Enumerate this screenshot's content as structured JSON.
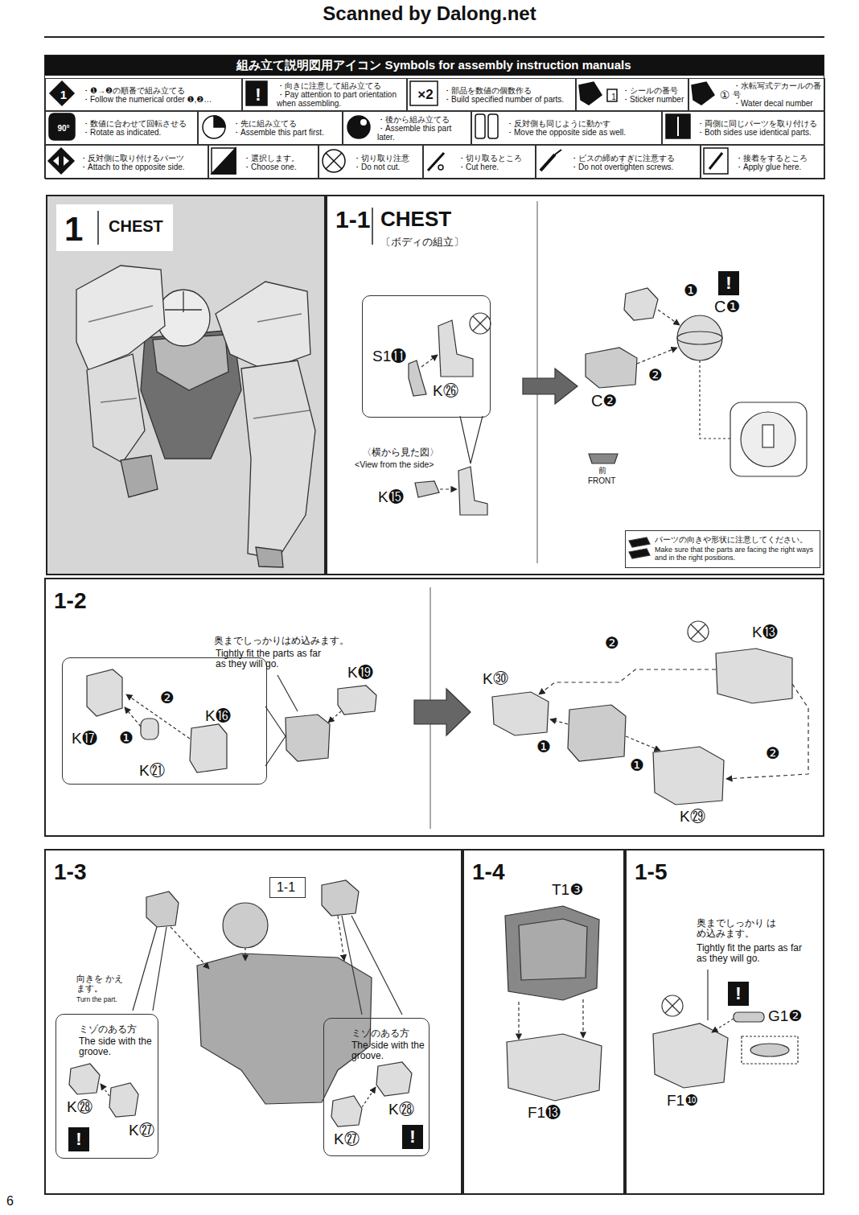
{
  "diagram": {
    "nodes": [
      {
        "text": [
          "組み立て説明図用アイコン Symbols for assembly instruction manuals"
        ]
      },
      {
        "text": [
          "1",
          "・❶→❷の順番で組み立てる",
          "・Follow the numerical order ❶,❷…"
        ],
        "in": 0
      },
      {
        "text": [
          "!",
          "・向きに注意して組み立てる",
          "・Pay attention to part orientation when assembling."
        ],
        "in": 0
      },
      {
        "text": [
          "×2",
          "・部品を数値の個数作る",
          "・Build specified number of parts."
        ],
        "in": 0
      },
      {
        "text": [
          "1",
          "・シールの番号",
          "・Sticker number"
        ],
        "in": 0
      },
      {
        "text": [
          "①",
          "・水転写式デカールの番号",
          "・Water decal number"
        ],
        "in": 0
      },
      {
        "text": [
          "90°",
          "・数値に合わせて回転させる",
          "・Rotate as indicated."
        ],
        "in": 0
      },
      {
        "text": [
          "・先に組み立てる",
          "・Assemble this part first."
        ],
        "in": 0
      },
      {
        "text": [
          "・後から組み立てる",
          "・Assemble this part later."
        ],
        "in": 0
      },
      {
        "text": [
          "・反対側も同じように動かす",
          "・Move the opposite side as well."
        ],
        "in": 0
      },
      {
        "text": [
          "・両側に同じパーツを取り付ける",
          "・Both sides use identical parts."
        ],
        "in": 0
      },
      {
        "text": [
          "・反対側に取り付けるパーツ",
          "・Attach to the opposite side."
        ],
        "in": 0
      },
      {
        "text": [
          "・選択します。",
          "・Choose one."
        ],
        "in": 0
      },
      {
        "text": [
          "・切り取り注意",
          "・Do not cut."
        ],
        "in": 0
      },
      {
        "text": [
          "・切り取るところ",
          "・Cut here."
        ],
        "in": 0
      },
      {
        "text": [
          "・ビスの締めすぎに注意する",
          "・Do not overtighten screws."
        ],
        "in": 0
      },
      {
        "text": [
          "・接着をするところ",
          "・Apply glue here."
        ],
        "in": 0
      },
      {
        "text": [
          "1",
          "CHEST"
        ]
      },
      {
        "text": [
          "1-1",
          "CHEST",
          "〔ボディの組立〕"
        ]
      },
      {
        "text": [
          "S1⓫",
          "K㉖"
        ],
        "in": 18
      },
      {
        "text": [
          "パーツの向きや形状に注意してください。",
          "Make sure that the parts are facing the right ways and in the right positions."
        ],
        "in": 18
      },
      {
        "text": [
          "1-2"
        ]
      },
      {
        "text": [
          "❷",
          "K⓰",
          "K⓱",
          "❶",
          "K㉑"
        ],
        "in": 21
      },
      {
        "text": [
          "1-3"
        ]
      },
      {
        "text": [
          "1-1"
        ],
        "in": 23
      },
      {
        "text": [
          "ミゾのある方",
          "The side with the groove.",
          "K㉘",
          "K㉗",
          "!"
        ],
        "in": 23
      },
      {
        "text": [
          "ミゾのある方",
          "The side with the groove.",
          "K㉘",
          "!",
          "K㉗"
        ],
        "in": 23
      },
      {
        "text": [
          "1-4"
        ]
      },
      {
        "text": [
          "1-5"
        ]
      }
    ],
    "labels": [
      "Scanned by Dalong.net",
      "〈横から見た図〉",
      "<View from the side>",
      "K⓯",
      "❶",
      "!",
      "C❶",
      "❷",
      "C❷",
      "前",
      "FRONT",
      "奥までしっかりはめ込みます。",
      "Tightly fit the parts as far as they will go.",
      "K⓳",
      "❷",
      "K⓭",
      "K㉚",
      "❶",
      "❶",
      "❷",
      "K㉙",
      "向きを かえます。",
      "Turn the part.",
      "T1❸",
      "F1⓭",
      "奥までしっかり はめ込みます。",
      "Tightly fit the parts as far as they will go.",
      "!",
      "G1❷",
      "F1❿",
      "6"
    ]
  }
}
